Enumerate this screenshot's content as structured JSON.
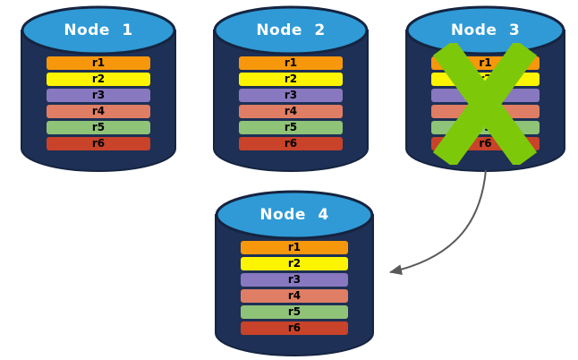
{
  "nodes": [
    {
      "label": "Node 1",
      "status": "active",
      "replicas": [
        "r1",
        "r2",
        "r3",
        "r4",
        "r5",
        "r6"
      ]
    },
    {
      "label": "Node 2",
      "status": "active",
      "replicas": [
        "r1",
        "r2",
        "r3",
        "r4",
        "r5",
        "r6"
      ]
    },
    {
      "label": "Node 3",
      "status": "failed",
      "replicas": [
        "r1",
        "r2",
        "r3",
        "r4",
        "r5",
        "r6"
      ]
    },
    {
      "label": "Node 4",
      "status": "active",
      "replicas": [
        "r1",
        "r2",
        "r3",
        "r4",
        "r5",
        "r6"
      ]
    }
  ],
  "replica_colors": {
    "r1": "#F7970B",
    "r2": "#FCF400",
    "r3": "#8878C0",
    "r4": "#DF7E64",
    "r5": "#8FC377",
    "r6": "#C8432A"
  },
  "colors": {
    "cylinder_body": "#1E3055",
    "cylinder_outline": "#152440",
    "cylinder_top": "#2F9AD6",
    "title_text": "#FFFFFF",
    "bar_text": "#000000",
    "failure_x": "#7EC80A",
    "arrow": "#595959"
  },
  "icons": {
    "failure": "x-mark-icon",
    "failover": "curved-arrow-icon",
    "node_shape": "database-cylinder-icon"
  }
}
